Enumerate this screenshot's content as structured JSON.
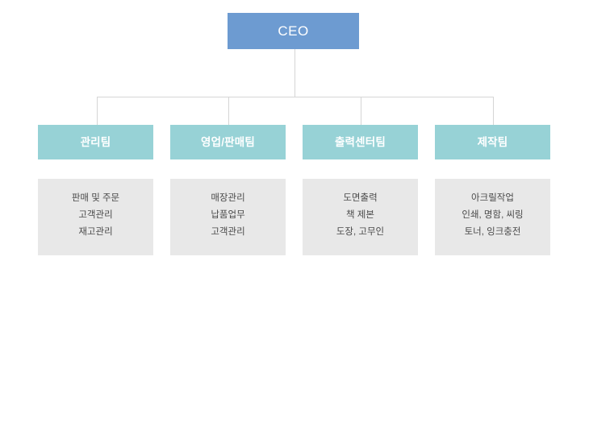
{
  "chart": {
    "type": "org-chart",
    "root": {
      "label": "CEO"
    },
    "teams": [
      {
        "label": "관리팀",
        "items": [
          "판매 및 주문",
          "고객관리",
          "재고관리"
        ]
      },
      {
        "label": "영업/판매팀",
        "items": [
          "매장관리",
          "납품업무",
          "고객관리"
        ]
      },
      {
        "label": "출력센터팀",
        "items": [
          "도면출력",
          "책 제본",
          "도장, 고무인"
        ]
      },
      {
        "label": "제작팀",
        "items": [
          "아크릴작업",
          "인쇄, 명함, 씨링",
          "토너, 잉크충전"
        ]
      }
    ],
    "colors": {
      "root_box": "#6d9bd1",
      "team_header": "#97d2d6",
      "team_detail": "#e8e8e8",
      "connector": "#d5d5d5",
      "header_text": "#ffffff",
      "detail_text": "#4a4a4a",
      "background": "#ffffff"
    }
  }
}
